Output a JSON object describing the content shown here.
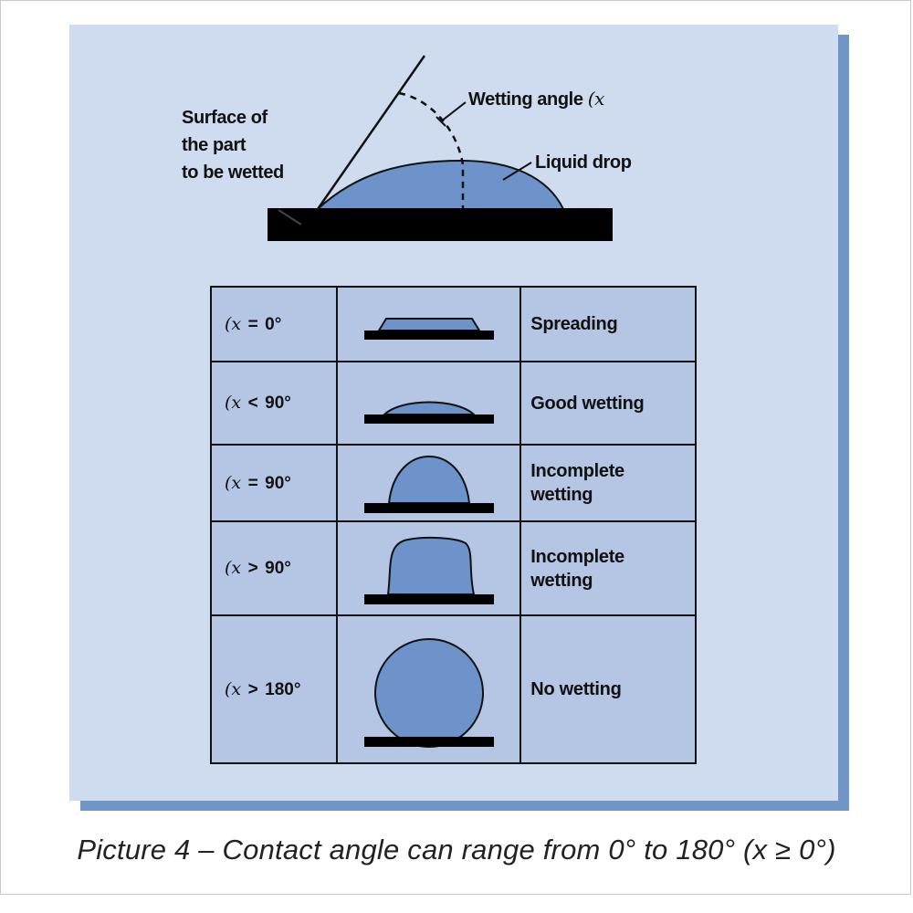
{
  "diagram": {
    "labels": {
      "surface": "Surface of\nthe part\nto be wetted",
      "wetting_angle_text": "Wetting angle",
      "wetting_angle_symbol": "(x",
      "liquid_drop": "Liquid drop"
    },
    "rows": [
      {
        "symbol": "(x",
        "op": "=",
        "angle": "0°",
        "description": "Spreading",
        "shape": "trapezoid-flat"
      },
      {
        "symbol": "(x",
        "op": "<",
        "angle": "90°",
        "description": "Good wetting",
        "shape": "low-cap"
      },
      {
        "symbol": "(x",
        "op": "=",
        "angle": "90°",
        "description": "Incomplete\nwetting",
        "shape": "half-dome"
      },
      {
        "symbol": "(x",
        "op": ">",
        "angle": "90°",
        "description": "Incomplete\nwetting",
        "shape": "tall-dome"
      },
      {
        "symbol": "(x",
        "op": ">",
        "angle": "180°",
        "description": "No wetting",
        "shape": "sphere"
      }
    ],
    "caption": "Picture 4 – Contact angle can range from 0° to 180° (x ≥ 0°)",
    "colors": {
      "panel": "#cfdcef",
      "panel_shadow": "#7096c8",
      "table": "#b5c6e4",
      "drop": "#6e93cb",
      "surface": "#000000"
    }
  }
}
